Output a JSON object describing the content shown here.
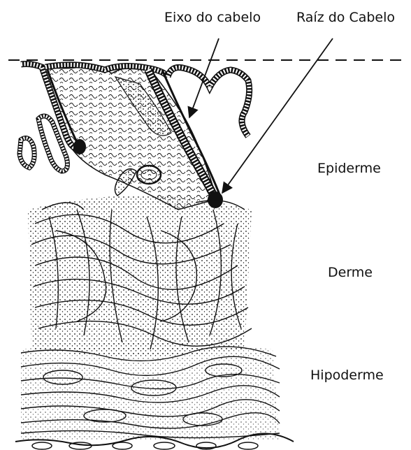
{
  "labels": {
    "hair_shaft": "Eixo do cabelo",
    "hair_root": "Raíz do Cabelo",
    "epidermis": "Epiderme",
    "dermis": "Derme",
    "hypodermis": "Hipoderme"
  },
  "colors": {
    "ink": "#111111",
    "paper": "#ffffff"
  }
}
